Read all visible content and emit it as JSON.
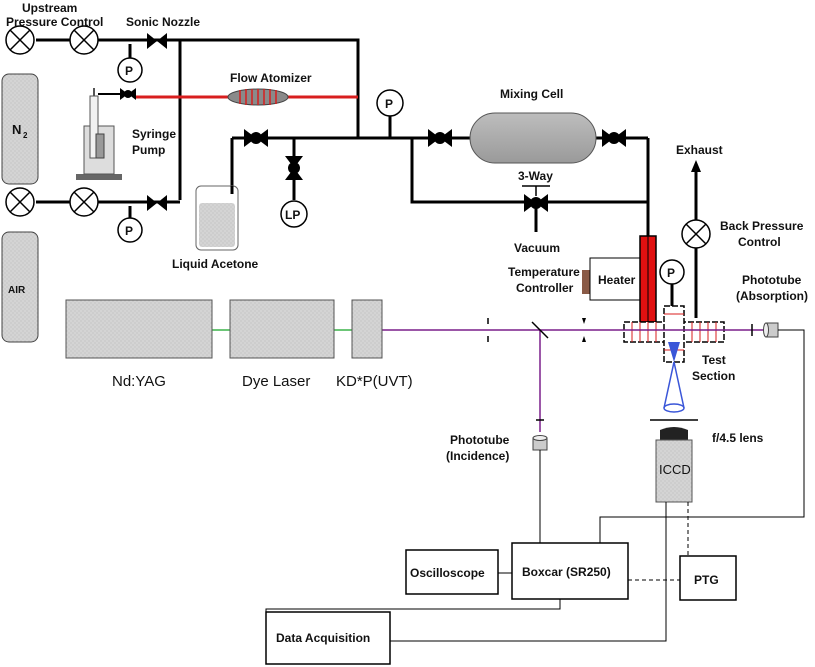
{
  "labels": {
    "upstream_1": "Upstream",
    "upstream_2": "Pressure Control",
    "sonic_nozzle": "Sonic Nozzle",
    "flow_atomizer": "Flow Atomizer",
    "mixing_cell": "Mixing  Cell",
    "n2_main": "N",
    "n2_sub": "2",
    "air": "AIR",
    "syringe_1": "Syringe",
    "syringe_2": "Pump",
    "lp": "LP",
    "p": "P",
    "liquid_acetone": "Liquid Acetone",
    "three_way": "3-Way",
    "vacuum": "Vacuum",
    "exhaust": "Exhaust",
    "back_pressure_1": "Back Pressure",
    "back_pressure_2": "Control",
    "temp_ctrl_1": "Temperature",
    "temp_ctrl_2": "Controller",
    "heater": "Heater",
    "phototube_abs_1": "Phototube",
    "phototube_abs_2": "(Absorption)",
    "test_section_1": "Test",
    "test_section_2": "Section",
    "nd_yag": "Nd:YAG",
    "dye_laser": "Dye Laser",
    "kdp": "KD*P(UVT)",
    "phototube_inc_1": "Phototube",
    "phototube_inc_2": "(Incidence)",
    "lens": "f/4.5 lens",
    "iccd": "ICCD",
    "oscilloscope": "Oscilloscope",
    "boxcar": "Boxcar (SR250)",
    "ptg": "PTG",
    "daq": "Data Acquisition"
  },
  "colors": {
    "laser_purple": "#7a1f8a",
    "laser_green": "#3cb34a",
    "atomizer_red": "#d81e1e",
    "heater_red": "#e01010",
    "cell_gray": "#a8a8a8",
    "box_gray": "#d6d6d6",
    "probe_blue": "#3a56d8"
  }
}
